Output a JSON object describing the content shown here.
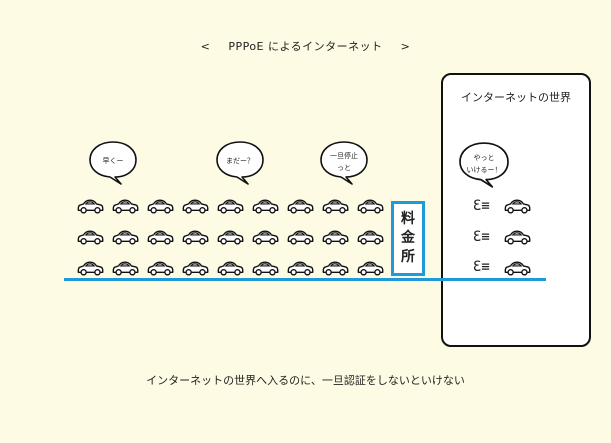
{
  "title": {
    "left_bracket": "<",
    "text": "PPPoE によるインターネット",
    "right_bracket": ">"
  },
  "internet": {
    "label": "インターネットの世界"
  },
  "tollgate": {
    "chars": [
      "料",
      "金",
      "所"
    ]
  },
  "bubbles": [
    {
      "lines": [
        "早くー"
      ]
    },
    {
      "lines": [
        "まだー？"
      ]
    },
    {
      "lines": [
        "一旦停止",
        "っと"
      ]
    },
    {
      "lines": [
        "やっと",
        "いけるー！"
      ]
    }
  ],
  "speed_marks": [
    "Ɛ≡",
    "Ɛ≡",
    "Ɛ≡"
  ],
  "caption": "インターネットの世界へ入るのに、一旦認証をしないといけない",
  "colors": {
    "background": "#fdfbe3",
    "road": "#1f9ad8",
    "tollgate_border": "#1f9ad8",
    "box_border": "#111111"
  }
}
